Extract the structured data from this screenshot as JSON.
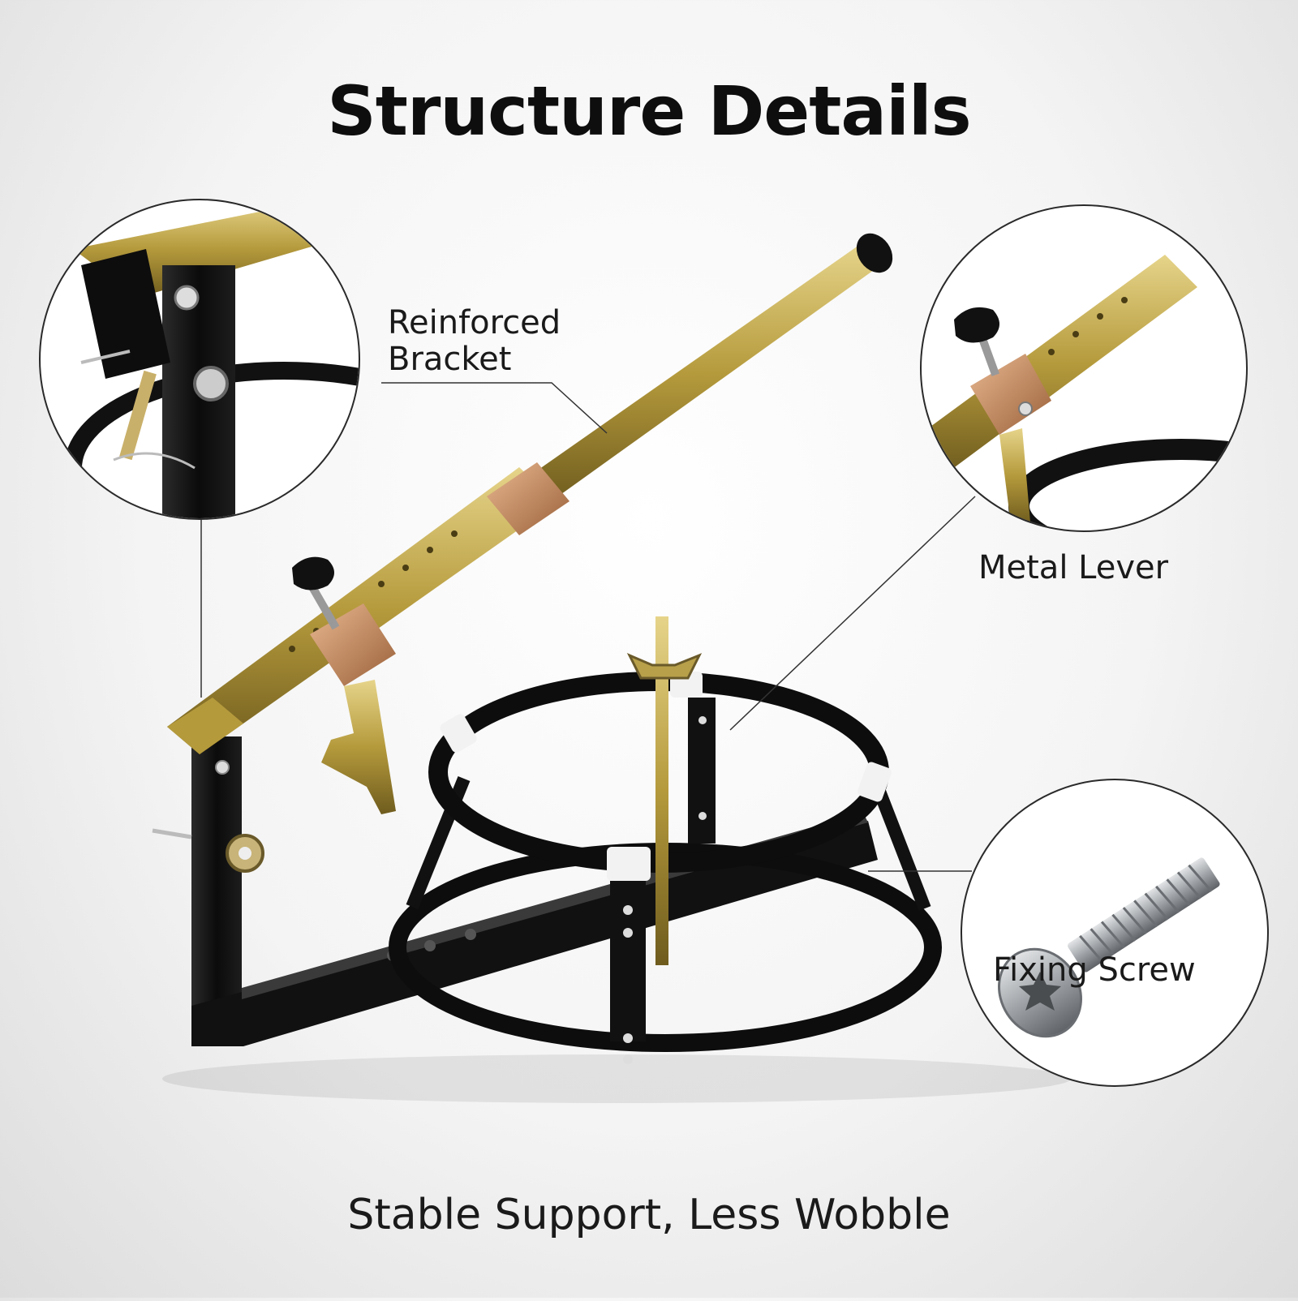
{
  "title": "Structure Details",
  "callouts": {
    "reinforced_bracket": "Reinforced\nBracket",
    "metal_lever": "Metal Lever",
    "fixing_screw": "Fixing Screw"
  },
  "tagline": "Stable Support, Less Wobble",
  "colors": {
    "frame_black": "#111111",
    "lever_gold": "#b8a04a",
    "bracket_copper": "#c48a5a",
    "screw_steel": "#a8acb0",
    "leader_line": "#333333"
  }
}
